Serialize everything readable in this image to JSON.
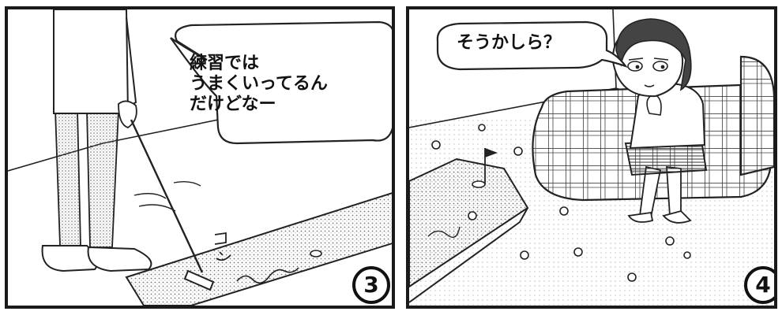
{
  "panels": [
    {
      "number": "3",
      "speech": [
        "練習では",
        "うまくいってるん",
        "だけどなー"
      ],
      "sound_effect": "コン"
    },
    {
      "number": "4",
      "speech": "そうかしら？"
    }
  ],
  "colors": {
    "ink": "#111111",
    "paper": "#ffffff",
    "screentone": "#8a8a8a"
  }
}
